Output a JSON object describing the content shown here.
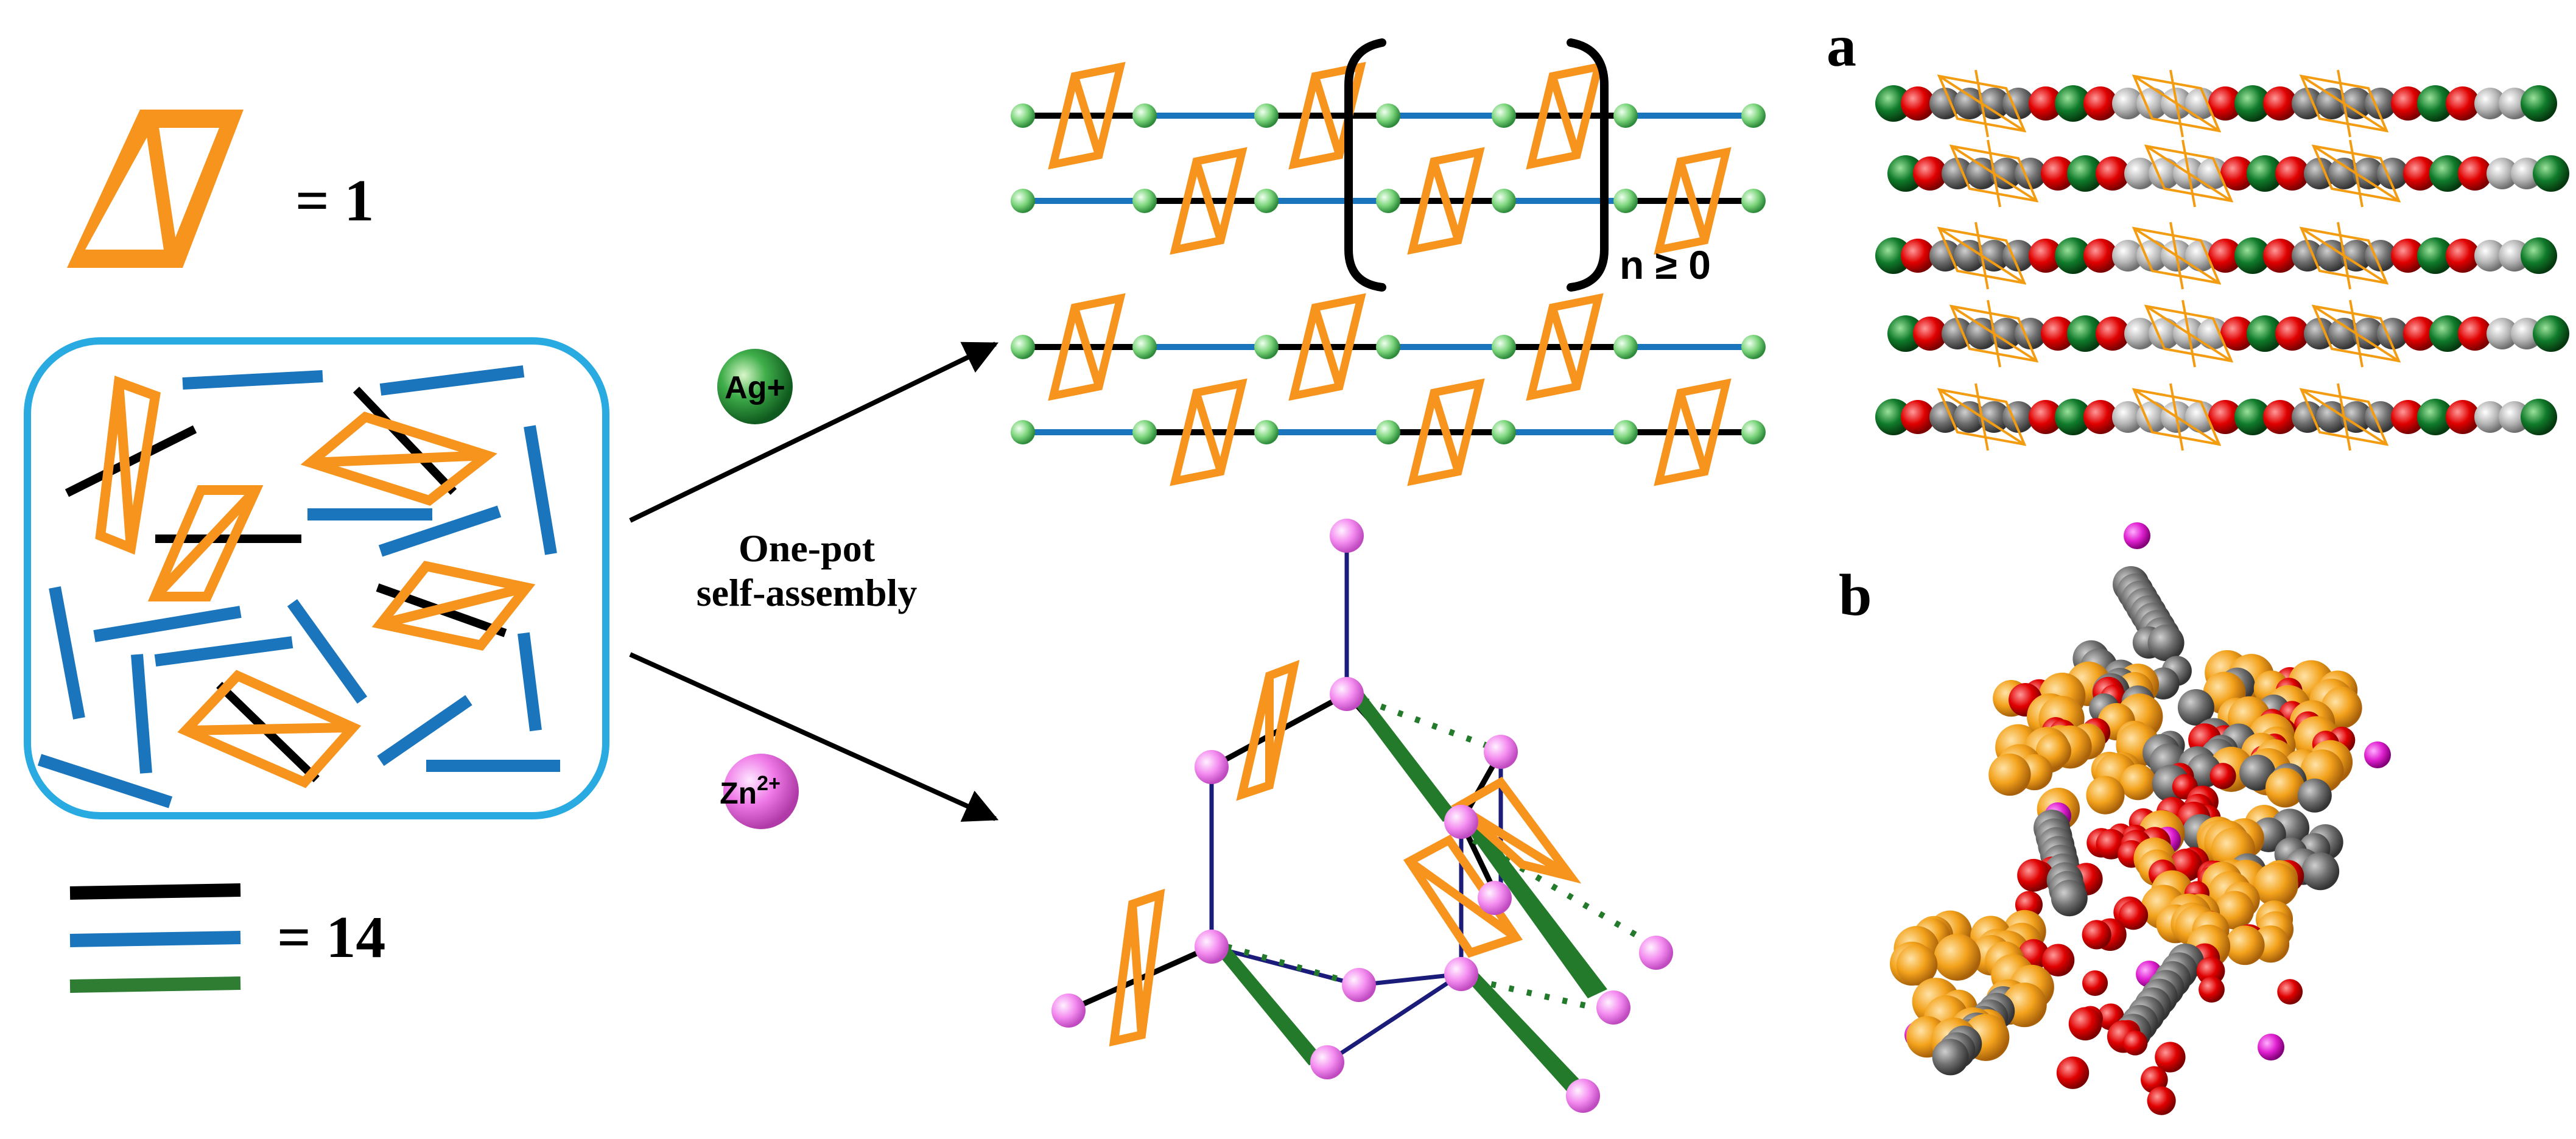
{
  "legend": {
    "ligand_label": "= 1",
    "linker_label": "= 14"
  },
  "reaction": {
    "label_line1": "One-pot",
    "label_line2": "self-assembly"
  },
  "ions": {
    "silver": "Ag+",
    "zinc_base": "Zn",
    "zinc_charge": "2+"
  },
  "polymer": {
    "repeat_label": "n ≥ 0"
  },
  "panels": {
    "a": "a",
    "b": "b"
  },
  "colors": {
    "ligand_orange": "#f7941d",
    "linker_black": "#000000",
    "linker_blue": "#1b75bc",
    "linker_green": "#2e7d32",
    "box_border": "#29abe2",
    "silver_node": "#1e8a3a",
    "zinc_node": "#ee82ee",
    "framework_edge": "#1b1b7a",
    "atom_oxygen": "#e00000",
    "atom_carbon": "#707070",
    "atom_carbon_light": "#b8b8b8",
    "atom_silver": "#0f7a2a",
    "atom_zinc": "#e020d0",
    "atom_ligand": "#f3a21b"
  }
}
